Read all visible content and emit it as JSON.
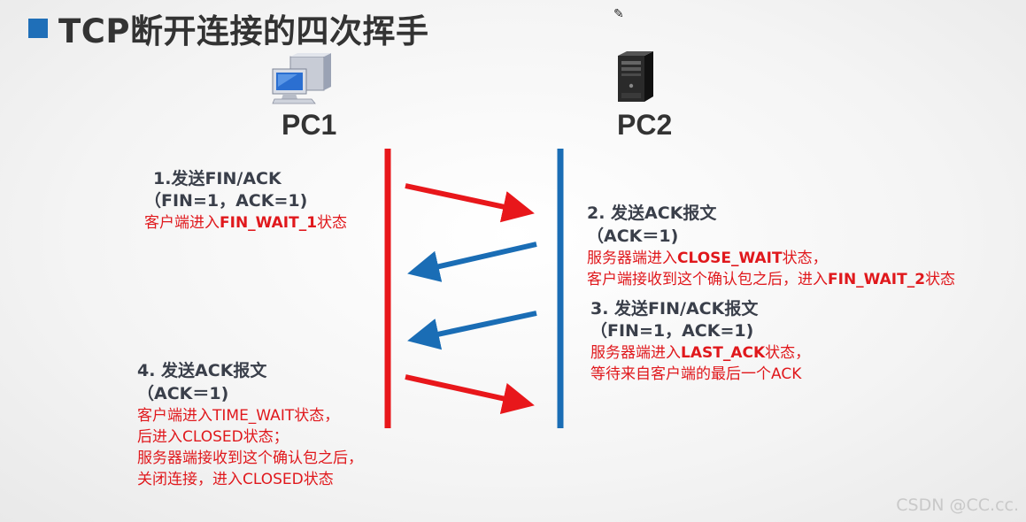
{
  "title": "TCP断开连接的四次挥手",
  "hosts": {
    "pc1": {
      "label": "PC1",
      "icon": "desktop-computer-icon"
    },
    "pc2": {
      "label": "PC2",
      "icon": "server-tower-icon"
    }
  },
  "colors": {
    "pc1_line": "#e8171b",
    "pc2_line": "#1a6db5",
    "accent": "#e0181c",
    "heading": "#3a3f4a",
    "title_bullet": "#1f6fb8"
  },
  "steps": [
    {
      "step": 1,
      "direction": "PC1 → PC2",
      "heading": "1.发送FIN/ACK",
      "params": "（FIN=1，ACK=1)",
      "notes": [
        {
          "pre": "客户端进入",
          "state": "FIN_WAIT_1",
          "post": "状态"
        }
      ]
    },
    {
      "step": 2,
      "direction": "PC2 → PC1",
      "heading": "2. 发送ACK报文",
      "params": "（ACK＝1)",
      "notes": [
        {
          "pre": "服务器端进入",
          "state": "CLOSE_WAIT",
          "post": "状态，"
        },
        {
          "pre": "客户端接收到这个确认包之后，进入",
          "state": "FIN_WAIT_2",
          "post": "状态"
        }
      ]
    },
    {
      "step": 3,
      "direction": "PC2 → PC1",
      "heading": "3. 发送FIN/ACK报文",
      "params": "（FIN=1，ACK=1)",
      "notes": [
        {
          "pre": "服务器端进入",
          "state": "LAST_ACK",
          "post": "状态，"
        },
        {
          "pre": "等待来自客户端的最后一个ACK",
          "state": "",
          "post": ""
        }
      ]
    },
    {
      "step": 4,
      "direction": "PC1 → PC2",
      "heading": "4. 发送ACK报文",
      "params": "（ACK＝1)",
      "notes": [
        {
          "pre": "客户端进入TIME_WAIT状态，",
          "state": "",
          "post": ""
        },
        {
          "pre": "后进入CLOSED状态；",
          "state": "",
          "post": ""
        },
        {
          "pre": "服务器端接收到这个确认包之后，",
          "state": "",
          "post": ""
        },
        {
          "pre": "关闭连接，进入CLOSED状态",
          "state": "",
          "post": ""
        }
      ]
    }
  ],
  "watermark": "CSDN @CC.cc."
}
